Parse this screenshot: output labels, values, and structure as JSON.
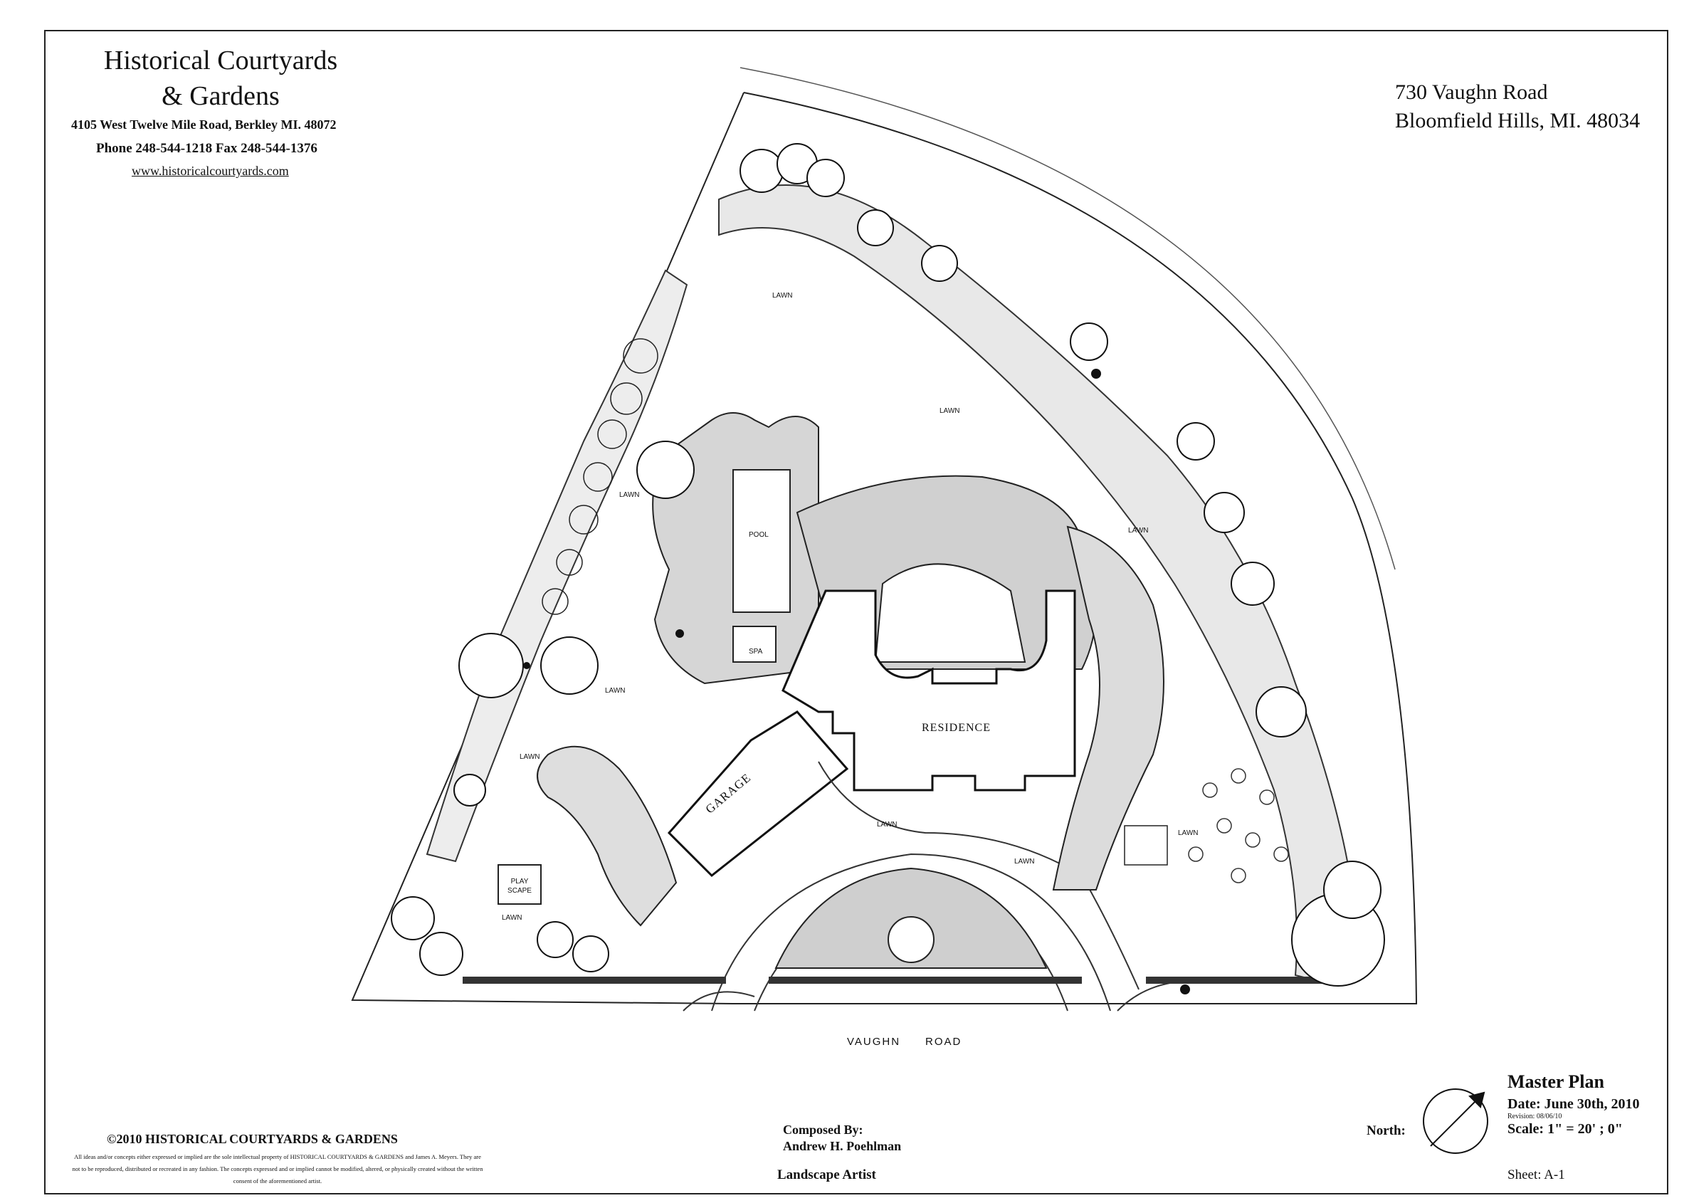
{
  "company": {
    "name_line1": "Historical Courtyards",
    "name_line2": "& Gardens",
    "address": "4105 West Twelve Mile Road, Berkley MI. 48072",
    "phone": "Phone 248-544-1218    Fax  248-544-1376",
    "website": "www.historicalcourtyards.com"
  },
  "site": {
    "address_line1": "730 Vaughn Road",
    "address_line2": "Bloomfield Hills, MI. 48034"
  },
  "plan_labels": {
    "lawn": "LAWN",
    "pool": "POOL",
    "spa": "SPA",
    "residence": "RESIDENCE",
    "garage": "GARAGE",
    "play_scape": "PLAY SCAPE",
    "road_part1": "VAUGHN",
    "road_part2": "ROAD"
  },
  "copyright": {
    "title": "©2010 HISTORICAL COURTYARDS & GARDENS",
    "text": "All ideas and/or concepts either expressed or implied are the sole intellectual property of HISTORICAL COURTYARDS & GARDENS and James A. Meyers. They are not to be reproduced, distributed or recreated in any fashion. The concepts expressed and or implied cannot be modified, altered, or physically created without the written consent of the aforementioned artist."
  },
  "composer": {
    "label": "Composed By:",
    "name": "Andrew H. Poehlman",
    "role": "Landscape Artist"
  },
  "title_block": {
    "north_label": "North:",
    "title": "Master Plan",
    "date": "Date:  June 30th, 2010",
    "revision": "Revision: 08/06/10",
    "scale": "Scale: 1\" = 20' ; 0\"",
    "sheet": "Sheet: A-1"
  }
}
